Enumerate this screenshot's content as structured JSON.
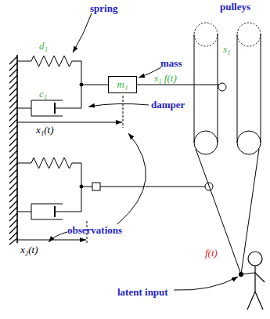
{
  "diagram": {
    "nodes": [
      {
        "text": [
          "m₁"
        ]
      }
    ],
    "labels": [
      "pulleys",
      "spring",
      "d₁",
      "mass",
      "s₁ f(t)",
      "s₁",
      "c₁",
      "damper",
      "x₁(t)",
      "observations",
      "x₂(t)",
      "f(t)",
      "latent input"
    ]
  }
}
